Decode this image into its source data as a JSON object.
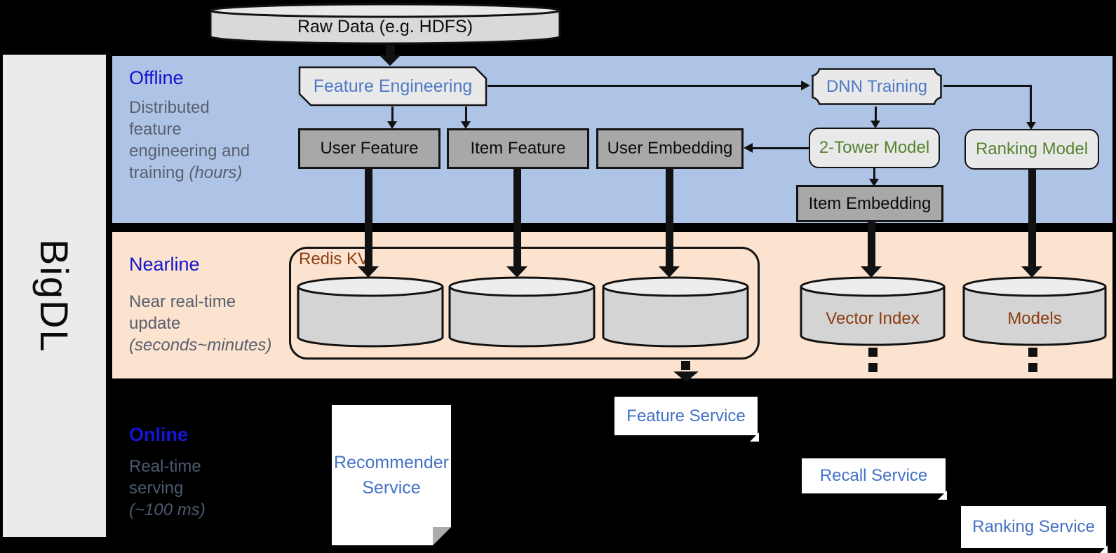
{
  "brand": {
    "name": "BigDL"
  },
  "source": {
    "label": "Raw Data (e.g. HDFS)"
  },
  "sections": {
    "offline": {
      "title": "Offline",
      "desc": {
        "l1": "Distributed",
        "l2": "feature",
        "l3": "engineering and",
        "l4": "training",
        "l4_italic": "(hours)"
      }
    },
    "nearline": {
      "title": "Nearline",
      "desc": {
        "l1": "Near real-time",
        "l2": "update",
        "l3_italic": "(seconds~minutes)"
      }
    },
    "online": {
      "title": "Online",
      "desc": {
        "l1": "Real-time",
        "l2": "serving",
        "l3_italic": "(~100 ms)"
      }
    }
  },
  "nodes": {
    "feature_engineering": "Feature Engineering",
    "dnn_training": "DNN Training",
    "user_feature": "User Feature",
    "item_feature": "Item Feature",
    "user_embedding": "User Embedding",
    "two_tower_model": "2-Tower Model",
    "ranking_model": "Ranking Model",
    "item_embedding": "Item Embedding",
    "redis_kv": "Redis KV",
    "vector_index": "Vector Index",
    "models": "Models",
    "recommender_service_line1": "Recommender",
    "recommender_service_line2": "Service",
    "feature_service": "Feature Service",
    "recall_service": "Recall Service",
    "ranking_service": "Ranking Service"
  },
  "colors": {
    "background": "#000000",
    "offline_band": "#AEC4E6",
    "nearline_band": "#FBE3CF",
    "sidebar_gray": "#EBEBEB",
    "section_title_blue": "#1414CC",
    "section_desc_gray": "#58606E",
    "node_text_blue": "#4D79C9",
    "model_text_green": "#55822F",
    "storage_text_brown": "#8C3B10",
    "service_text_blue": "#4472C4",
    "gray_box_fill": "#A8A8A8",
    "light_box_fill": "#E9E9E9",
    "cylinder_fill": "#D4D4D4"
  }
}
